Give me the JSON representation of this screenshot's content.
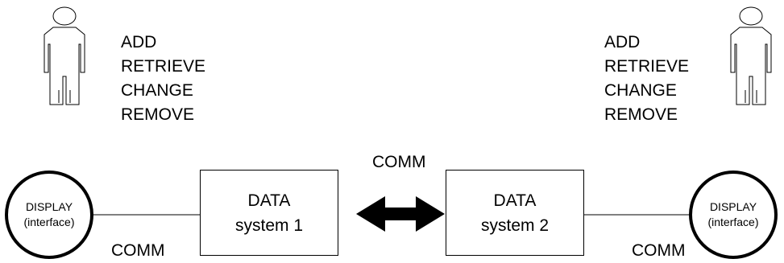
{
  "left_user": {
    "operations": [
      "ADD",
      "RETRIEVE",
      "CHANGE",
      "REMOVE"
    ],
    "display": {
      "title": "DISPLAY",
      "subtitle": "(interface)"
    },
    "comm_label": "COMM"
  },
  "right_user": {
    "operations": [
      "ADD",
      "RETRIEVE",
      "CHANGE",
      "REMOVE"
    ],
    "display": {
      "title": "DISPLAY",
      "subtitle": "(interface)"
    },
    "comm_label": "COMM"
  },
  "system1": {
    "line1": "DATA",
    "line2": "system 1"
  },
  "system2": {
    "line1": "DATA",
    "line2": "system 2"
  },
  "link_label": "COMM",
  "icons": {
    "user": "person-icon",
    "link": "double-arrow-icon"
  }
}
